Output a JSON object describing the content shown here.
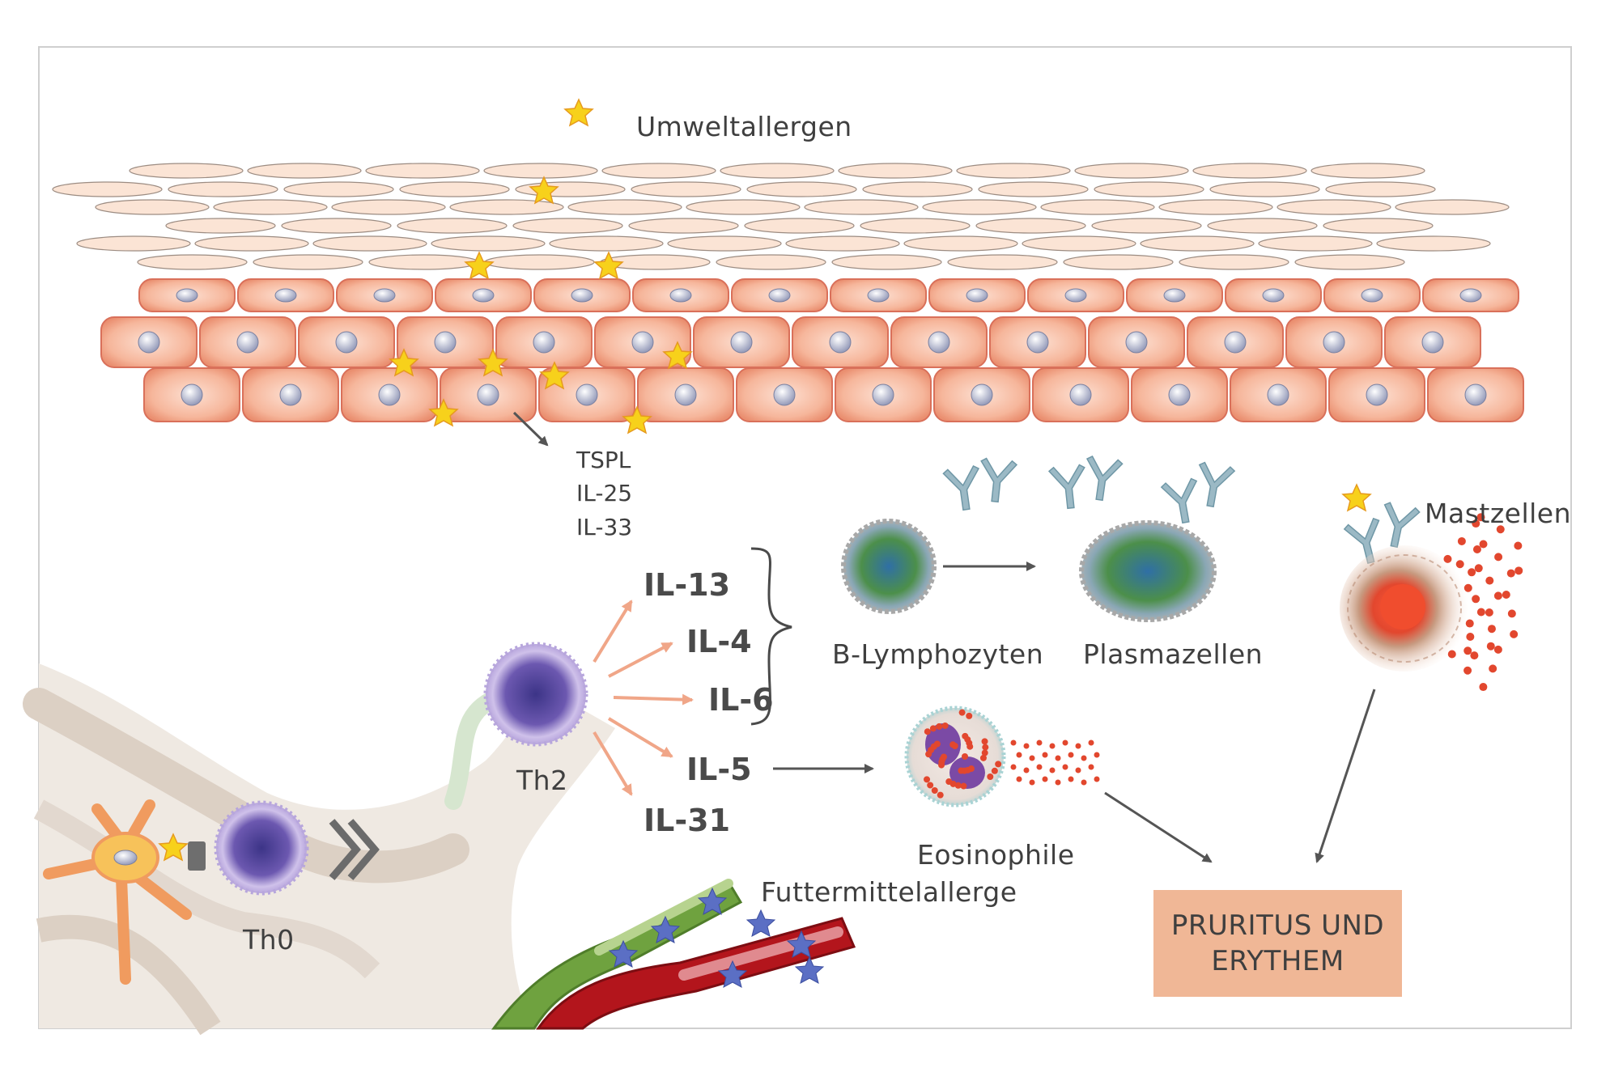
{
  "labels": {
    "allergen": "Umweltallergen",
    "signals": [
      "TSPL",
      "IL-25",
      "IL-33"
    ],
    "interleukins": [
      "IL-13",
      "IL-4",
      "IL-6",
      "IL-5",
      "IL-31"
    ],
    "th2": "Th2",
    "th0": "Th0",
    "b_lymph": "B-Lymphozyten",
    "plasma": "Plasmazellen",
    "mast": "Mastzellen",
    "eosinophile": "Eosinophile",
    "food_allergen": "Futtermittelallerge",
    "result_line1": "PRURITUS UND",
    "result_line2": "ERYTHEM"
  },
  "colors": {
    "frame": "#cfcfcf",
    "keratinocyte": "#f3a98a",
    "keratinocyte_border": "#d9705a",
    "corneocyte": "#fbe4d5",
    "nucleus": "#a9afc8",
    "allergen_star": "#f7d11b",
    "food_star": "#5b6fc4",
    "arrow_salmon": "#f0a688",
    "arrow_gray": "#555555",
    "antibody": "#9bb9c5",
    "result_box": "#f0b796"
  },
  "icons": [
    "star-icon",
    "antibody-icon",
    "chevron-right-icon",
    "arrow-icon"
  ]
}
